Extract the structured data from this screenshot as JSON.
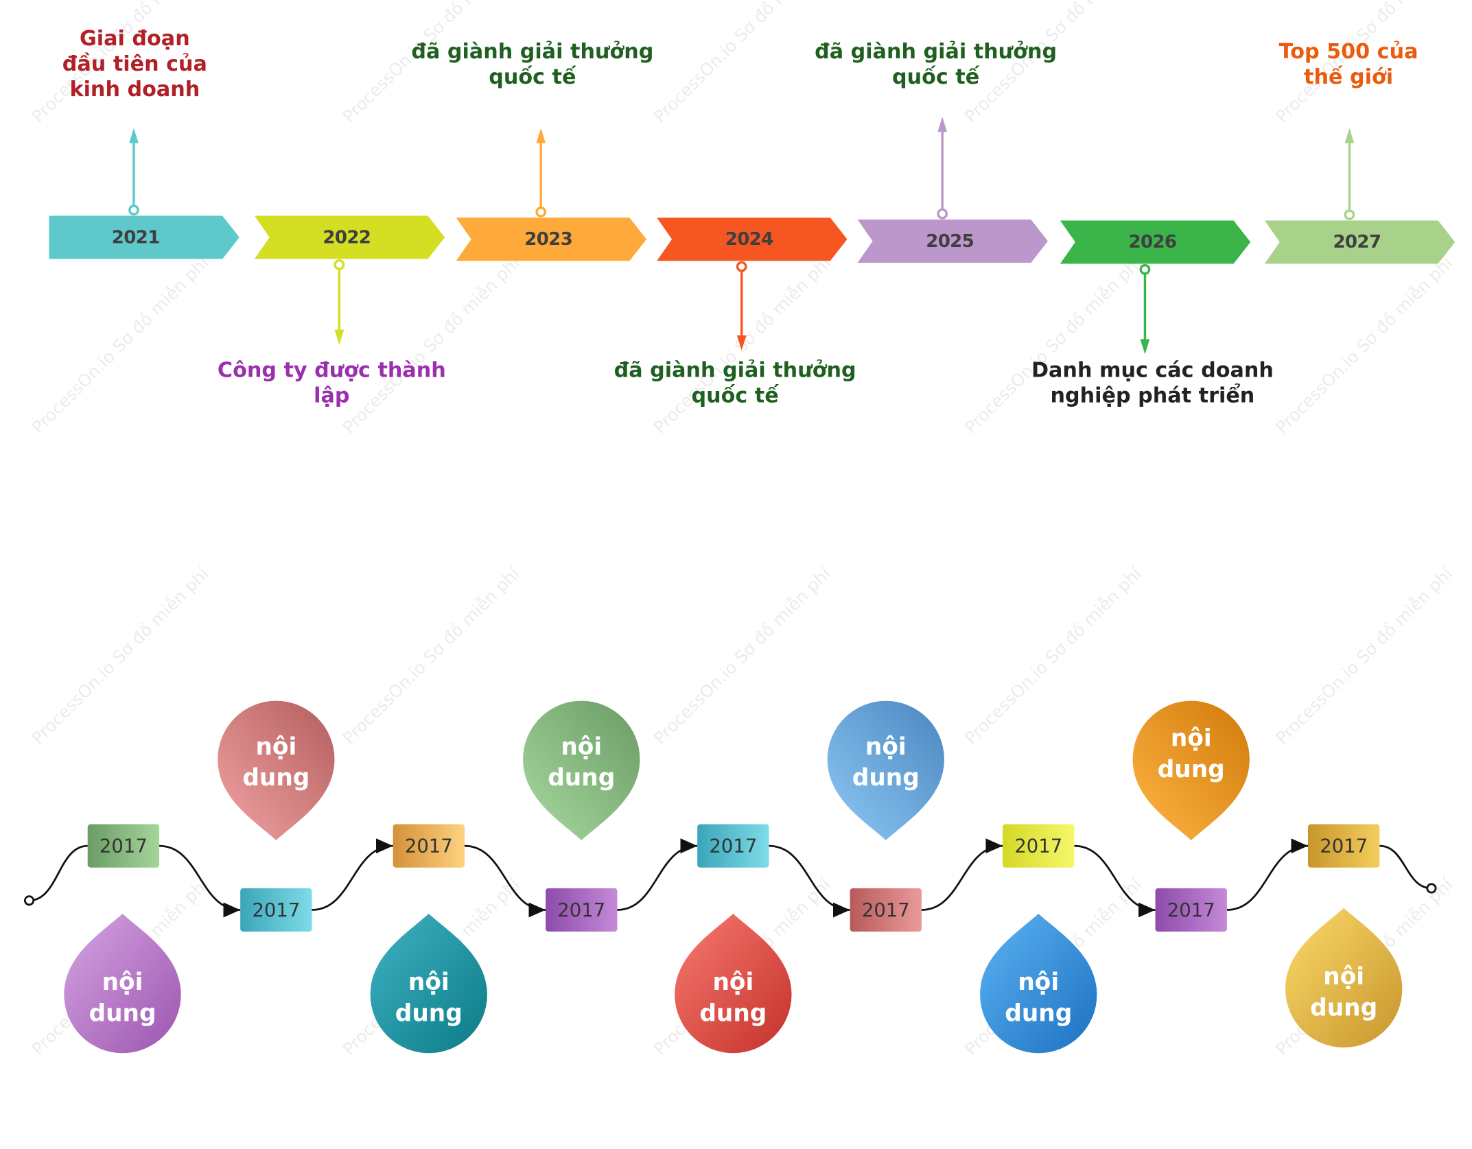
{
  "top_timeline": {
    "steps": [
      {
        "year": "2021",
        "color": "#5ec8cb",
        "label": "Giai đoạn đầu tiên của kinh doanh",
        "label_color": "#b02026",
        "direction": "up",
        "notch": false
      },
      {
        "year": "2022",
        "color": "#d4de23",
        "label": "Công ty được thành lập",
        "label_color": "#9b2fae",
        "direction": "down",
        "notch": true
      },
      {
        "year": "2023",
        "color": "#fdaa3a",
        "label": "đã giành giải thưởng quốc tế",
        "label_color": "#1f5f1f",
        "direction": "up",
        "notch": true
      },
      {
        "year": "2024",
        "color": "#f65722",
        "label": "đã giành giải thưởng quốc tế",
        "label_color": "#1f5f1f",
        "direction": "down",
        "notch": true
      },
      {
        "year": "2025",
        "color": "#bb97cc",
        "label": "đã giành giải thưởng quốc tế",
        "label_color": "#1f5f1f",
        "direction": "up",
        "notch": true
      },
      {
        "year": "2026",
        "color": "#3bb44a",
        "label": "Danh mục các doanh nghiệp phát triển",
        "label_color": "#222222",
        "direction": "down",
        "notch": true
      },
      {
        "year": "2027",
        "color": "#a8d28a",
        "label": "Top 500 của thế giới",
        "label_color": "#ea5b0c",
        "direction": "up",
        "notch": true
      }
    ]
  },
  "wave_timeline": {
    "tags": [
      {
        "label": "2017",
        "from": "#6a9c66",
        "to": "#a4d69b"
      },
      {
        "label": "2017",
        "from": "#3aa6b9",
        "to": "#7fdbe8"
      },
      {
        "label": "2017",
        "from": "#d49137",
        "to": "#ffd27f"
      },
      {
        "label": "2017",
        "from": "#8e4bab",
        "to": "#c48ad7"
      },
      {
        "label": "2017",
        "from": "#3aa6b9",
        "to": "#7fdbe8"
      },
      {
        "label": "2017",
        "from": "#b85a5a",
        "to": "#eb9a9a"
      },
      {
        "label": "2017",
        "from": "#d4d926",
        "to": "#f6f76a"
      },
      {
        "label": "2017",
        "from": "#8e4bab",
        "to": "#c48ad7"
      },
      {
        "label": "2017",
        "from": "#c9962b",
        "to": "#f3ce5d"
      }
    ],
    "drops": [
      {
        "label": "nội dung",
        "from": "#9b55b0",
        "to": "#d6a5e1",
        "position": "below"
      },
      {
        "label": "nội dung",
        "from": "#b45e5e",
        "to": "#f1a3a3",
        "position": "above"
      },
      {
        "label": "nội dung",
        "from": "#0c7b86",
        "to": "#3fb2c3",
        "position": "below"
      },
      {
        "label": "nội dung",
        "from": "#6a9b64",
        "to": "#a7d9a0",
        "position": "above"
      },
      {
        "label": "nội dung",
        "from": "#c3312a",
        "to": "#f87a70",
        "position": "below"
      },
      {
        "label": "nội dung",
        "from": "#4a87c0",
        "to": "#8fc8f6",
        "position": "above"
      },
      {
        "label": "nội dung",
        "from": "#1d71c2",
        "to": "#5cb3f2",
        "position": "below"
      },
      {
        "label": "nội dung",
        "from": "#d07b0a",
        "to": "#ffb444",
        "position": "above"
      },
      {
        "label": "nội dung",
        "from": "#c7962c",
        "to": "#fcd96a",
        "position": "below"
      }
    ]
  },
  "watermark": {
    "text": "ProcessOn.io Sơ đồ miễn phí"
  }
}
